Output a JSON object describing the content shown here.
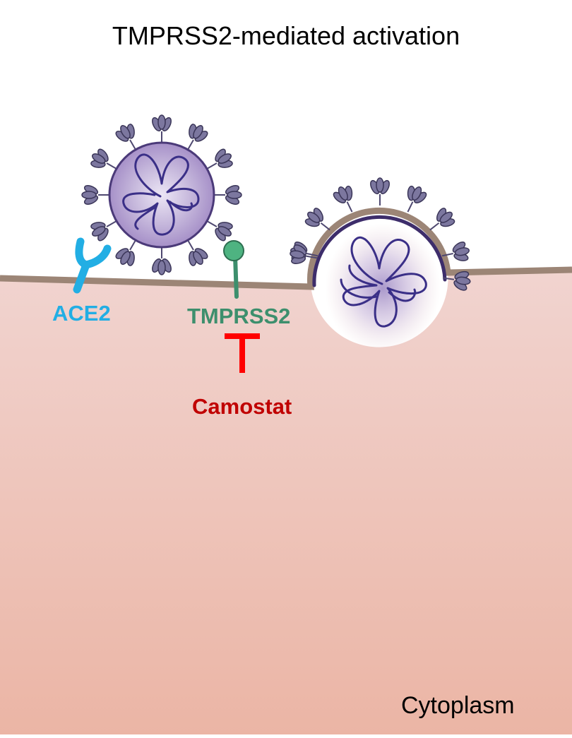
{
  "title": "TMPRSS2-mediated activation",
  "labels": {
    "ace2": "ACE2",
    "tmprss2": "TMPRSS2",
    "camostat": "Camostat",
    "cytoplasm": "Cytoplasm"
  },
  "colors": {
    "ace2": "#22aee4",
    "tmprss2": "#3d8f6d",
    "tmprss2_head": "#4eb381",
    "camostat": "#c00000",
    "inhibitor": "#ff0000",
    "membrane": "#9c8576",
    "cytoplasm_top": "#f1d4d0",
    "cytoplasm_bottom": "#ebb5a5",
    "virus_body": "#a793c8",
    "virus_outline": "#4b3a79",
    "rna": "#3a2f87",
    "spike": "#7c779f"
  }
}
